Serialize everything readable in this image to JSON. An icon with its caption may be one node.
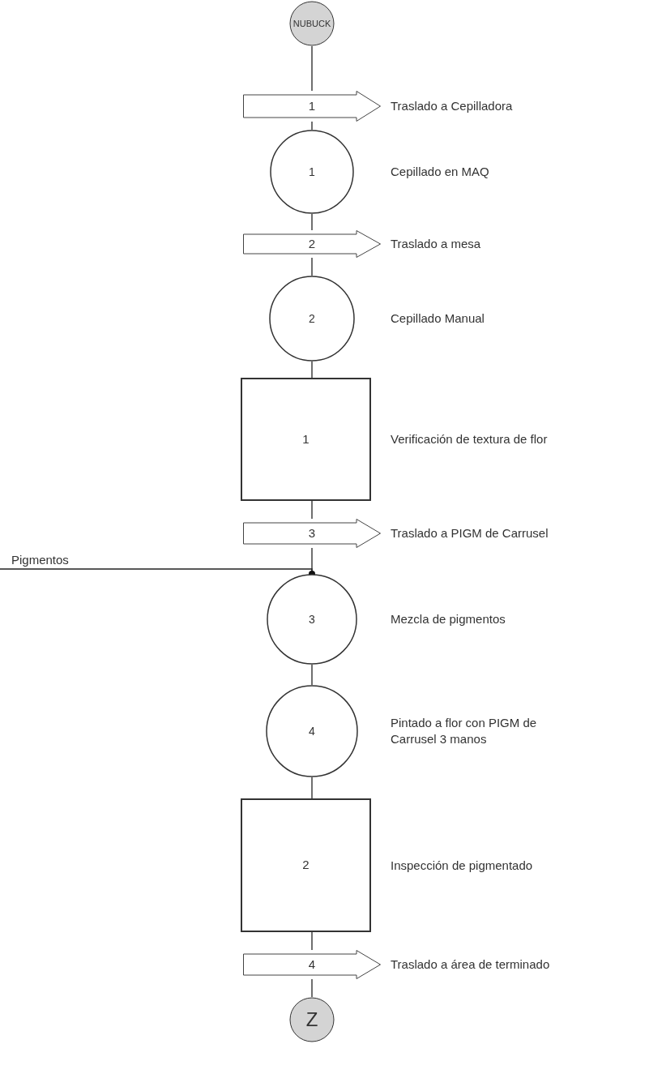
{
  "diagram": {
    "nodes": [
      {
        "text": [
          "NUBUCK"
        ]
      },
      {
        "text": [
          "1"
        ],
        "beside": [
          "Traslado a Cepilladora"
        ]
      },
      {
        "text": [
          "1"
        ],
        "beside": [
          "Cepillado en MAQ"
        ]
      },
      {
        "text": [
          "2"
        ],
        "beside": [
          "Traslado a mesa"
        ]
      },
      {
        "text": [
          "2"
        ],
        "beside": [
          "Cepillado Manual"
        ]
      },
      {
        "text": [
          "1"
        ],
        "beside": [
          "Verificación de textura de flor"
        ]
      },
      {
        "text": [
          "3"
        ],
        "beside": [
          "Traslado a PIGM de Carrusel"
        ]
      },
      {
        "text": [
          "Pigmentos"
        ]
      },
      {
        "text": [
          "3"
        ],
        "beside": [
          "Mezcla de pigmentos"
        ]
      },
      {
        "text": [
          "4"
        ],
        "beside": [
          "Pintado a flor con PIGM de Carrusel 3 manos"
        ]
      },
      {
        "text": [
          "2"
        ],
        "beside": [
          "Inspección de pigmentado"
        ]
      },
      {
        "text": [
          "4"
        ],
        "beside": [
          "Traslado a área de terminado"
        ]
      },
      {
        "text": [
          "Z"
        ]
      }
    ],
    "edges": [
      {
        "from": 0,
        "to": 1,
        "arrow": "none"
      },
      {
        "from": 1,
        "to": 2,
        "arrow": "none"
      },
      {
        "from": 2,
        "to": 3,
        "arrow": "none"
      },
      {
        "from": 3,
        "to": 4,
        "arrow": "none"
      },
      {
        "from": 4,
        "to": 5,
        "arrow": "none"
      },
      {
        "from": 5,
        "to": 6,
        "arrow": "none"
      },
      {
        "from": 6,
        "to": 8,
        "arrow": "none"
      },
      {
        "from": 7,
        "to": 8,
        "arrow": "other"
      },
      {
        "from": 8,
        "to": 9,
        "arrow": "none"
      },
      {
        "from": 9,
        "to": 10,
        "arrow": "none"
      },
      {
        "from": 10,
        "to": 11,
        "arrow": "none"
      },
      {
        "from": 11,
        "to": 12,
        "arrow": "none"
      }
    ]
  }
}
